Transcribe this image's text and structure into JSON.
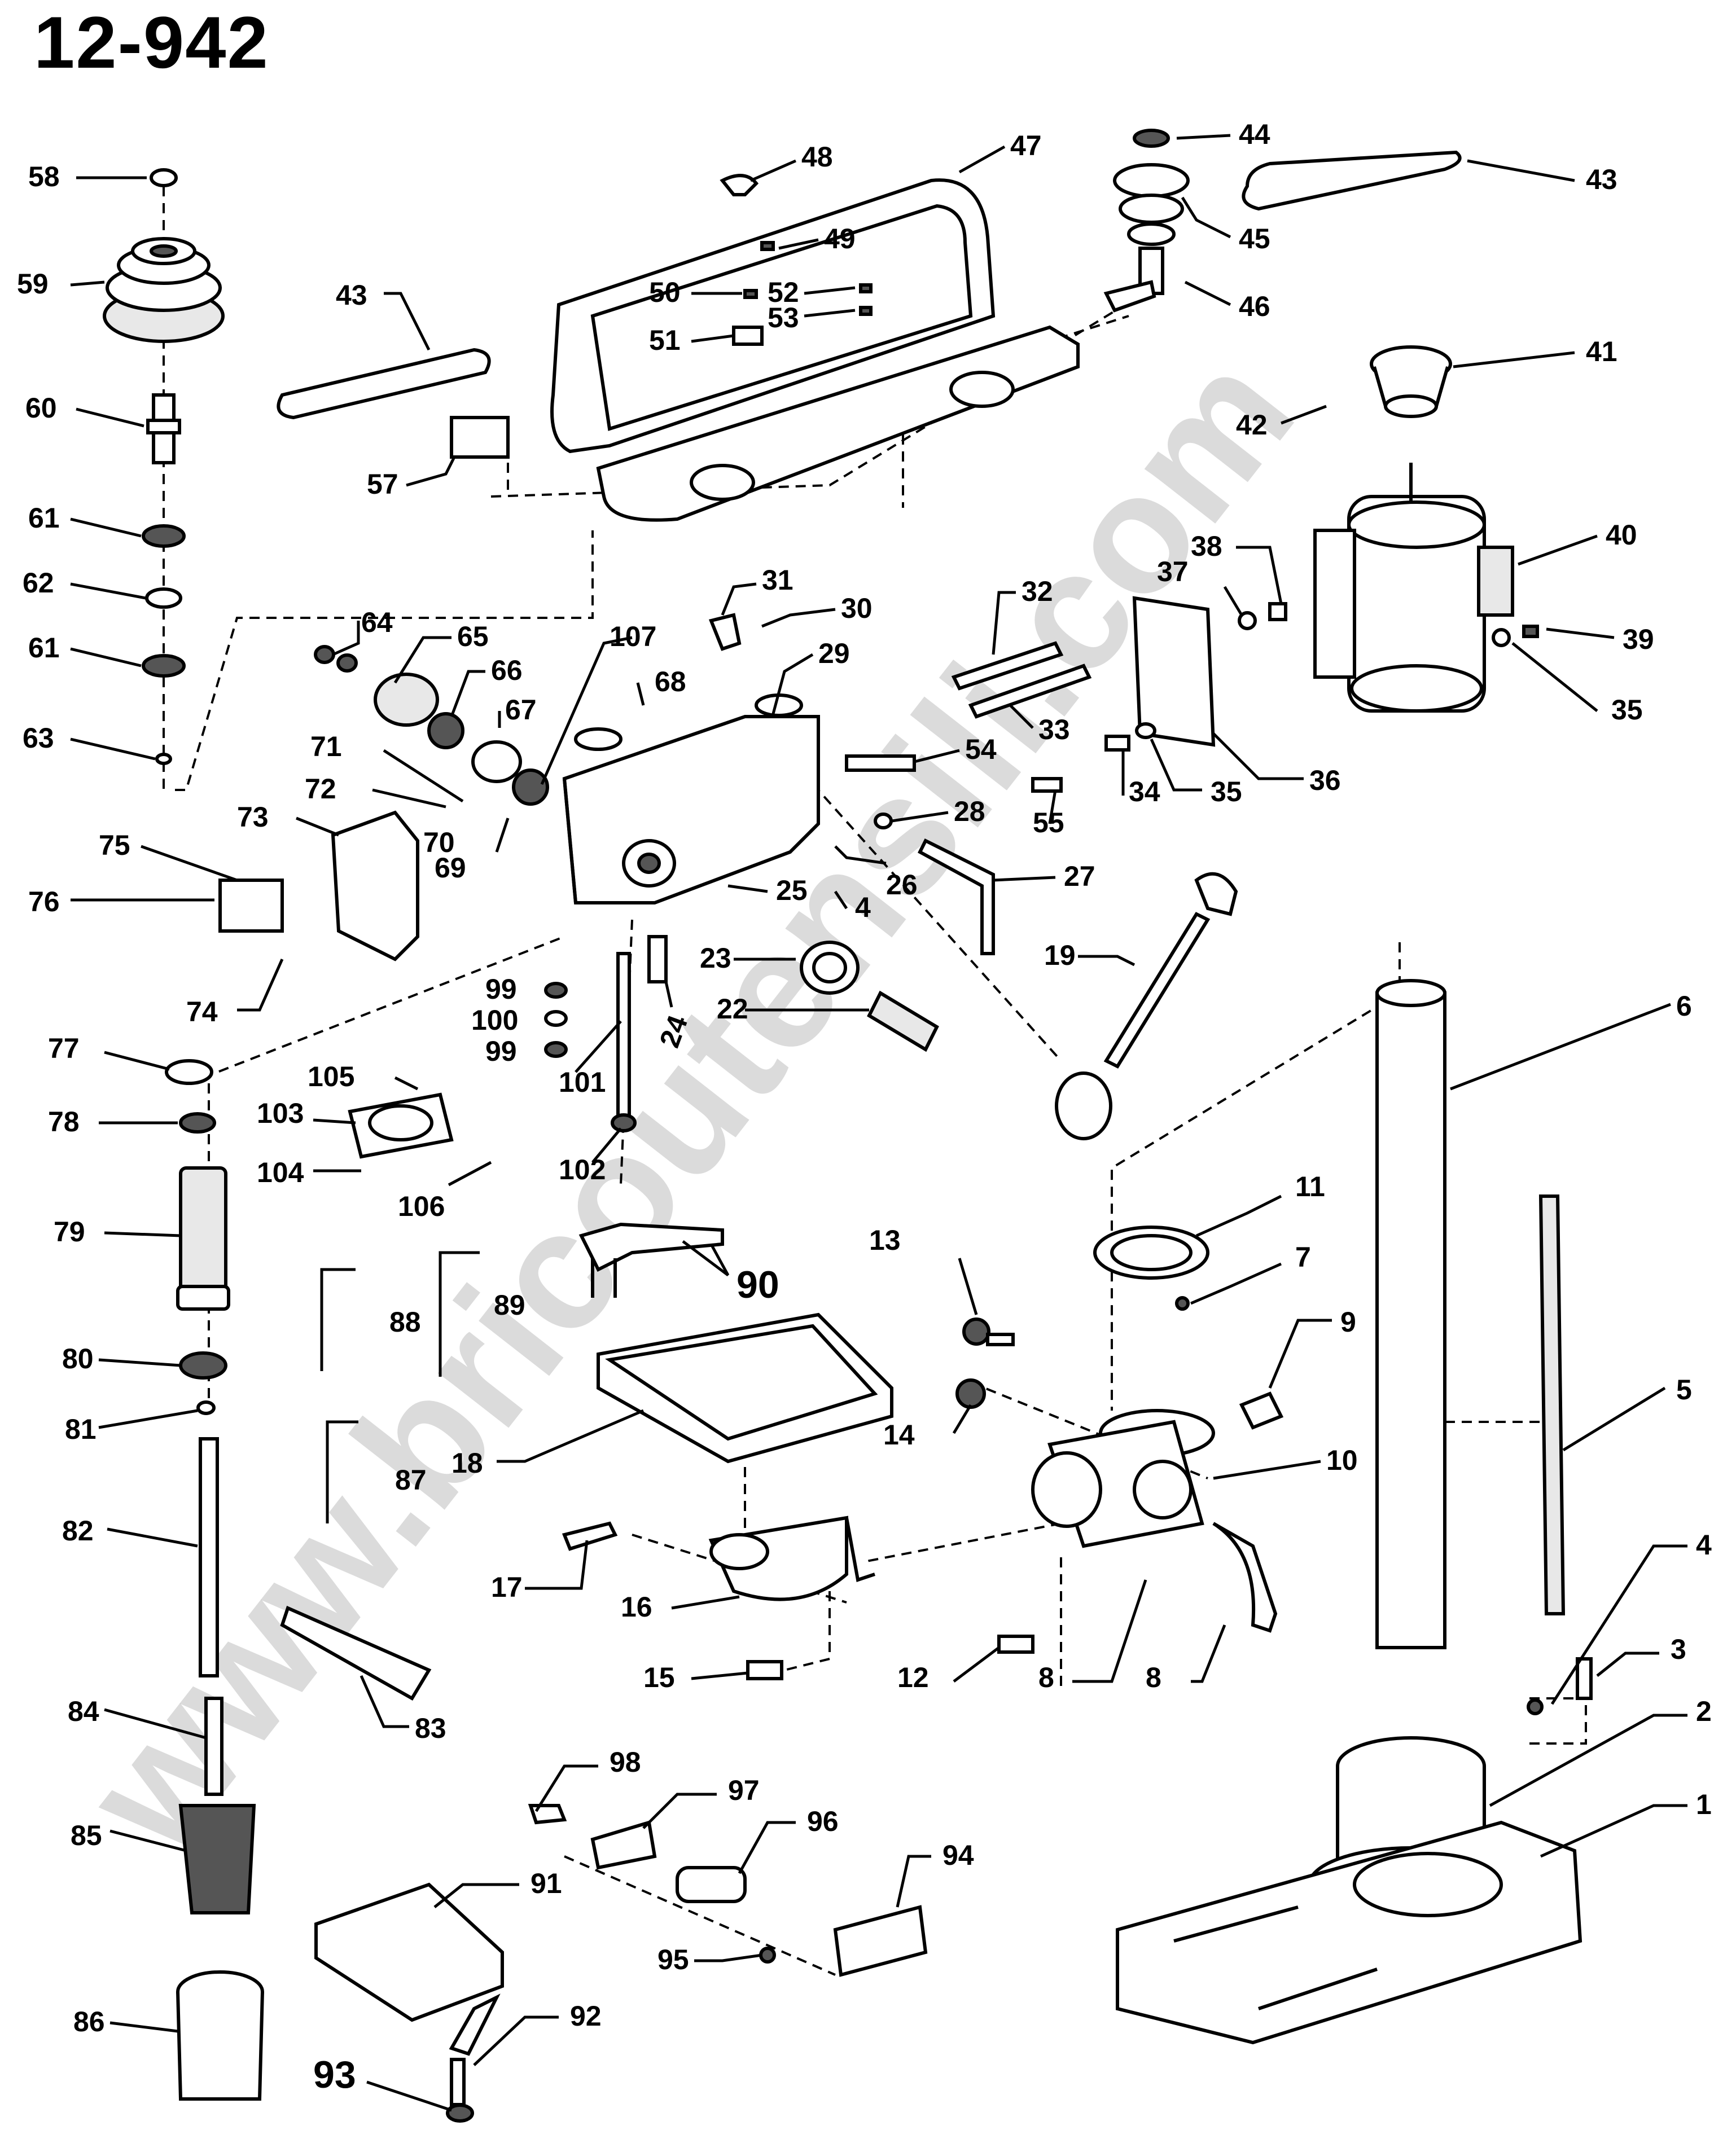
{
  "title": "12-942",
  "watermark": "www.bricoutensili.com",
  "colors": {
    "ink": "#000000",
    "paper": "#ffffff",
    "watermark": "#bdbdbd"
  },
  "labels": [
    {
      "id": "58",
      "text": "58"
    },
    {
      "id": "59",
      "text": "59"
    },
    {
      "id": "60",
      "text": "60"
    },
    {
      "id": "61a",
      "text": "61"
    },
    {
      "id": "62",
      "text": "62"
    },
    {
      "id": "61b",
      "text": "61"
    },
    {
      "id": "63",
      "text": "63"
    },
    {
      "id": "43a",
      "text": "43"
    },
    {
      "id": "48",
      "text": "48"
    },
    {
      "id": "47",
      "text": "47"
    },
    {
      "id": "49",
      "text": "49"
    },
    {
      "id": "50",
      "text": "50"
    },
    {
      "id": "52",
      "text": "52"
    },
    {
      "id": "53",
      "text": "53"
    },
    {
      "id": "51",
      "text": "51"
    },
    {
      "id": "57",
      "text": "57"
    },
    {
      "id": "44",
      "text": "44"
    },
    {
      "id": "45",
      "text": "45"
    },
    {
      "id": "46",
      "text": "46"
    },
    {
      "id": "43b",
      "text": "43"
    },
    {
      "id": "41",
      "text": "41"
    },
    {
      "id": "42",
      "text": "42"
    },
    {
      "id": "40",
      "text": "40"
    },
    {
      "id": "38",
      "text": "38"
    },
    {
      "id": "37",
      "text": "37"
    },
    {
      "id": "39",
      "text": "39"
    },
    {
      "id": "35a",
      "text": "35"
    },
    {
      "id": "36",
      "text": "36"
    },
    {
      "id": "35b",
      "text": "35"
    },
    {
      "id": "34",
      "text": "34"
    },
    {
      "id": "32",
      "text": "32"
    },
    {
      "id": "33",
      "text": "33"
    },
    {
      "id": "31",
      "text": "31"
    },
    {
      "id": "30",
      "text": "30"
    },
    {
      "id": "29",
      "text": "29"
    },
    {
      "id": "68",
      "text": "68"
    },
    {
      "id": "107",
      "text": "107"
    },
    {
      "id": "64",
      "text": "64"
    },
    {
      "id": "65",
      "text": "65"
    },
    {
      "id": "66",
      "text": "66"
    },
    {
      "id": "67",
      "text": "67"
    },
    {
      "id": "71",
      "text": "71"
    },
    {
      "id": "72",
      "text": "72"
    },
    {
      "id": "70",
      "text": "70"
    },
    {
      "id": "69",
      "text": "69"
    },
    {
      "id": "73",
      "text": "73"
    },
    {
      "id": "75",
      "text": "75"
    },
    {
      "id": "76",
      "text": "76"
    },
    {
      "id": "74",
      "text": "74"
    },
    {
      "id": "54",
      "text": "54"
    },
    {
      "id": "55",
      "text": "55"
    },
    {
      "id": "28",
      "text": "28"
    },
    {
      "id": "26",
      "text": "26"
    },
    {
      "id": "27",
      "text": "27"
    },
    {
      "id": "25",
      "text": "25"
    },
    {
      "id": "4a",
      "text": "4"
    },
    {
      "id": "23",
      "text": "23"
    },
    {
      "id": "24",
      "text": "24"
    },
    {
      "id": "22",
      "text": "22"
    },
    {
      "id": "19",
      "text": "19"
    },
    {
      "id": "99a",
      "text": "99"
    },
    {
      "id": "100",
      "text": "100"
    },
    {
      "id": "99b",
      "text": "99"
    },
    {
      "id": "101",
      "text": "101"
    },
    {
      "id": "102",
      "text": "102"
    },
    {
      "id": "77",
      "text": "77"
    },
    {
      "id": "78",
      "text": "78"
    },
    {
      "id": "105",
      "text": "105"
    },
    {
      "id": "103",
      "text": "103"
    },
    {
      "id": "104",
      "text": "104"
    },
    {
      "id": "106",
      "text": "106"
    },
    {
      "id": "79",
      "text": "79"
    },
    {
      "id": "90",
      "text": "90"
    },
    {
      "id": "88",
      "text": "88"
    },
    {
      "id": "89",
      "text": "89"
    },
    {
      "id": "87",
      "text": "87"
    },
    {
      "id": "80",
      "text": "80"
    },
    {
      "id": "81",
      "text": "81"
    },
    {
      "id": "82",
      "text": "82"
    },
    {
      "id": "83",
      "text": "83"
    },
    {
      "id": "84",
      "text": "84"
    },
    {
      "id": "85",
      "text": "85"
    },
    {
      "id": "86",
      "text": "86"
    },
    {
      "id": "18",
      "text": "18"
    },
    {
      "id": "13",
      "text": "13"
    },
    {
      "id": "14",
      "text": "14"
    },
    {
      "id": "17",
      "text": "17"
    },
    {
      "id": "16",
      "text": "16"
    },
    {
      "id": "15",
      "text": "15"
    },
    {
      "id": "12",
      "text": "12"
    },
    {
      "id": "8a",
      "text": "8"
    },
    {
      "id": "8b",
      "text": "8"
    },
    {
      "id": "11",
      "text": "11"
    },
    {
      "id": "7",
      "text": "7"
    },
    {
      "id": "9",
      "text": "9"
    },
    {
      "id": "10",
      "text": "10"
    },
    {
      "id": "6",
      "text": "6"
    },
    {
      "id": "5",
      "text": "5"
    },
    {
      "id": "4b",
      "text": "4"
    },
    {
      "id": "3",
      "text": "3"
    },
    {
      "id": "2",
      "text": "2"
    },
    {
      "id": "1",
      "text": "1"
    },
    {
      "id": "98",
      "text": "98"
    },
    {
      "id": "97",
      "text": "97"
    },
    {
      "id": "96",
      "text": "96"
    },
    {
      "id": "94",
      "text": "94"
    },
    {
      "id": "95",
      "text": "95"
    },
    {
      "id": "91",
      "text": "91"
    },
    {
      "id": "92",
      "text": "92"
    },
    {
      "id": "93",
      "text": "93"
    }
  ]
}
